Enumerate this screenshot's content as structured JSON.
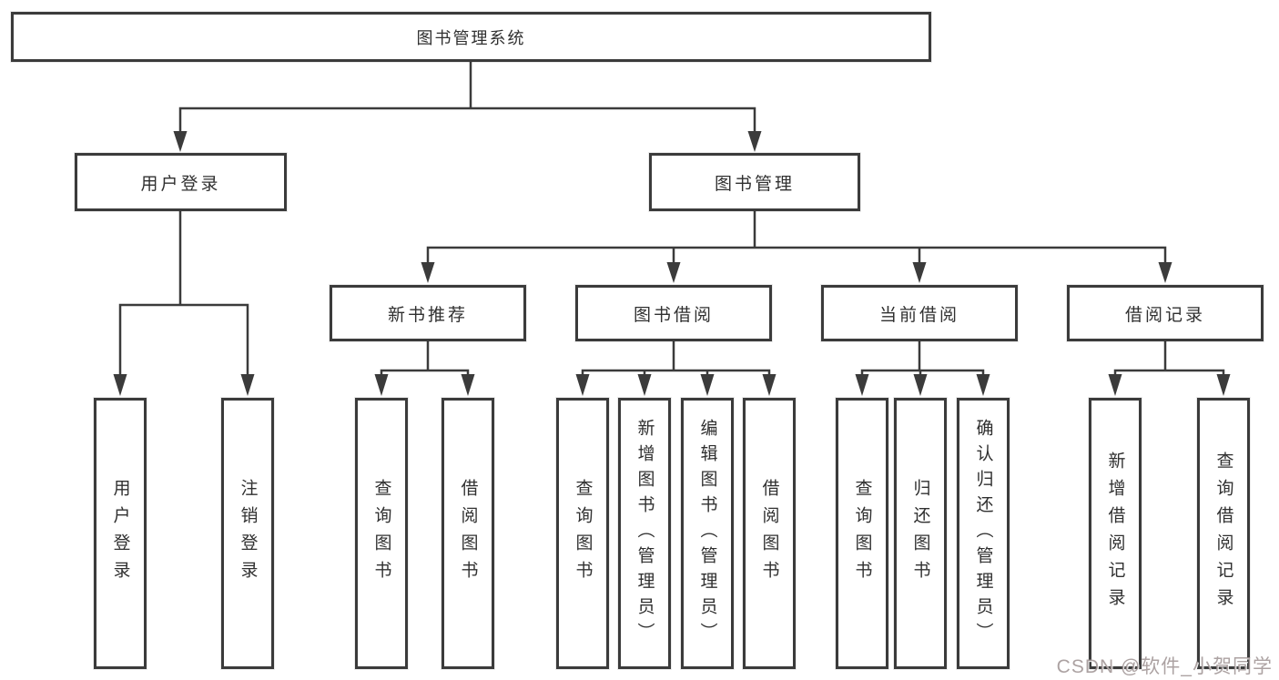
{
  "diagram": {
    "type": "hierarchy-tree",
    "title": "图书管理系统",
    "nodes": {
      "root": {
        "label": "图书管理系统"
      },
      "user_login": {
        "label": "用户登录"
      },
      "book_mgmt": {
        "label": "图书管理"
      },
      "new_book_rec": {
        "label": "新书推荐"
      },
      "book_borrow": {
        "label": "图书借阅"
      },
      "current_borrow": {
        "label": "当前借阅"
      },
      "borrow_records": {
        "label": "借阅记录"
      },
      "leaf_user_login": {
        "label": "用户登录"
      },
      "leaf_logout": {
        "label": "注销登录"
      },
      "leaf_nbr_query": {
        "label": "查询图书"
      },
      "leaf_nbr_borrow": {
        "label": "借阅图书"
      },
      "leaf_bb_query": {
        "label": "查询图书"
      },
      "leaf_bb_add": {
        "label": "新增图书（管理员）"
      },
      "leaf_bb_edit": {
        "label": "编辑图书（管理员）"
      },
      "leaf_bb_borrow": {
        "label": "借阅图书"
      },
      "leaf_cb_query": {
        "label": "查询图书"
      },
      "leaf_cb_return": {
        "label": "归还图书"
      },
      "leaf_cb_confirm": {
        "label": "确认归还（管理员）"
      },
      "leaf_br_add": {
        "label": "新增借阅记录"
      },
      "leaf_br_query": {
        "label": "查询借阅记录"
      }
    },
    "edges": [
      {
        "from": "图书管理系统",
        "to": [
          "用户登录",
          "图书管理"
        ]
      },
      {
        "from": "用户登录",
        "to": [
          "用户登录",
          "注销登录"
        ]
      },
      {
        "from": "图书管理",
        "to": [
          "新书推荐",
          "图书借阅",
          "当前借阅",
          "借阅记录"
        ]
      },
      {
        "from": "新书推荐",
        "to": [
          "查询图书",
          "借阅图书"
        ]
      },
      {
        "from": "图书借阅",
        "to": [
          "查询图书",
          "新增图书（管理员）",
          "编辑图书（管理员）",
          "借阅图书"
        ]
      },
      {
        "from": "当前借阅",
        "to": [
          "查询图书",
          "归还图书",
          "确认归还（管理员）"
        ]
      },
      {
        "from": "借阅记录",
        "to": [
          "新增借阅记录",
          "查询借阅记录"
        ]
      }
    ],
    "colors": {
      "line": "#3b3b3b",
      "border": "#3b3b3b",
      "text": "#303030",
      "background": "#ffffff",
      "watermark": "#9e9292"
    },
    "watermark": "CSDN @软件_小贺同学"
  }
}
